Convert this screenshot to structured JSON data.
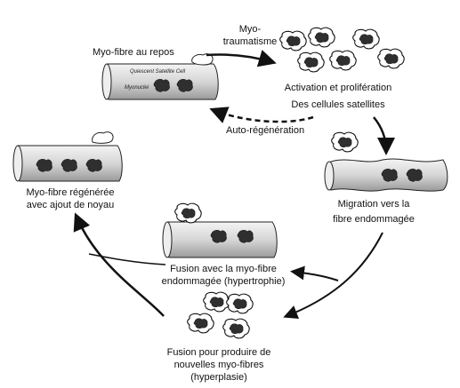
{
  "labels": {
    "resting_fiber": "Myo-fibre au repos",
    "quiescent_cell": "Quiescent Satellite Cell",
    "myonuclei": "Myonuclei",
    "myotrauma_line1": "Myo-",
    "myotrauma_line2": "traumatisme",
    "activation_line1": "Activation et prolifération",
    "activation_line2": "Des cellules satellites",
    "self_renewal": "Auto-régénération",
    "migration_line1": "Migration vers la",
    "migration_line2": "fibre endommagée",
    "regenerated_line1": "Myo-fibre régénérée",
    "regenerated_line2": "avec ajout de noyau",
    "fusion_damaged_line1": "Fusion avec la myo-fibre",
    "fusion_damaged_line2": "endommagée (hypertrophie)",
    "fusion_new_line1": "Fusion pour produire de",
    "fusion_new_line2": "nouvelles myo-fibres",
    "fusion_new_line3": "(hyperplasie)"
  },
  "colors": {
    "ink": "#111111",
    "fiber_fill": "#dcdcdc",
    "nucleus": "#333333"
  },
  "icons": {
    "satellite_cell": "satellite-cell-icon",
    "myofiber": "myofiber-icon",
    "nucleus": "nucleus-icon"
  }
}
